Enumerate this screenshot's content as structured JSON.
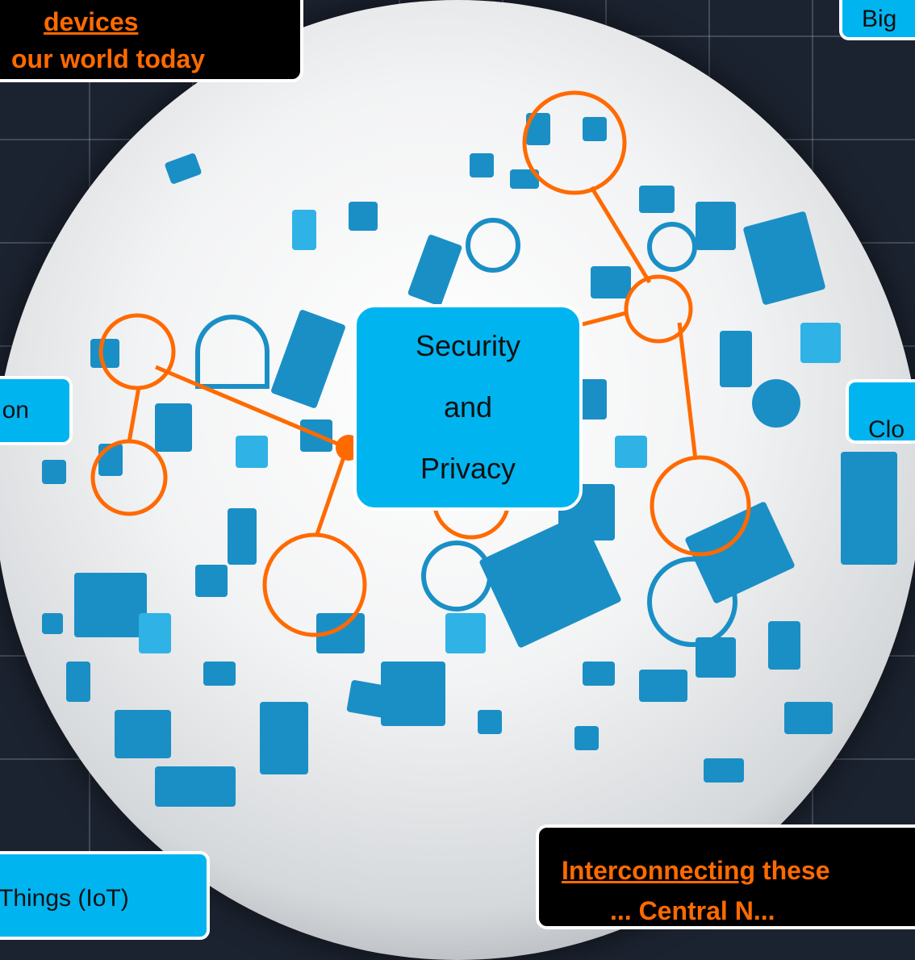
{
  "top_left_box": {
    "line1": "devices",
    "line2": "our world today"
  },
  "top_right_box": {
    "label": "Big"
  },
  "left_box": {
    "label": "on"
  },
  "right_box": {
    "label": "Clo"
  },
  "center_box": {
    "line1": "Security",
    "line2": "and",
    "line3": "Privacy"
  },
  "bottom_left_box": {
    "label": "Things (IoT)"
  },
  "bottom_right_box": {
    "underlined": "Interconnecting",
    "rest": " these",
    "line2": "... Central N..."
  },
  "colors": {
    "accent": "#ff6a00",
    "box_blue": "#00b4f0",
    "device_blue": "#1a8fc6",
    "background": "#1c2330"
  }
}
